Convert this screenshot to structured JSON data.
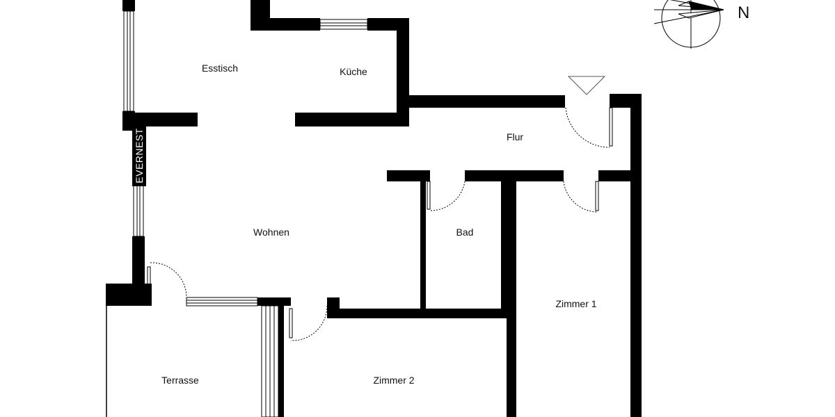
{
  "plan": {
    "brand": "EVERNEST",
    "north": "N",
    "wall_color": "#000000",
    "rooms": {
      "esstisch": "Esstisch",
      "kueche": "Küche",
      "flur": "Flur",
      "wohnen": "Wohnen",
      "bad": "Bad",
      "zimmer1": "Zimmer 1",
      "terrasse": "Terrasse",
      "zimmer2": "Zimmer 2"
    }
  }
}
